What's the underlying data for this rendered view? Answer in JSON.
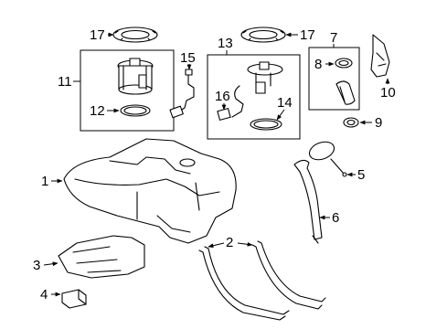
{
  "callouts": [
    {
      "id": "c1",
      "text": "1"
    },
    {
      "id": "c2",
      "text": "2"
    },
    {
      "id": "c3",
      "text": "3"
    },
    {
      "id": "c4",
      "text": "4"
    },
    {
      "id": "c5",
      "text": "5"
    },
    {
      "id": "c6",
      "text": "6"
    },
    {
      "id": "c7",
      "text": "7"
    },
    {
      "id": "c8",
      "text": "8"
    },
    {
      "id": "c9",
      "text": "9"
    },
    {
      "id": "c10",
      "text": "10"
    },
    {
      "id": "c11",
      "text": "11"
    },
    {
      "id": "c12",
      "text": "12"
    },
    {
      "id": "c13",
      "text": "13"
    },
    {
      "id": "c14",
      "text": "14"
    },
    {
      "id": "c15",
      "text": "15"
    },
    {
      "id": "c16",
      "text": "16"
    },
    {
      "id": "c17a",
      "text": "17"
    },
    {
      "id": "c17b",
      "text": "17"
    }
  ]
}
